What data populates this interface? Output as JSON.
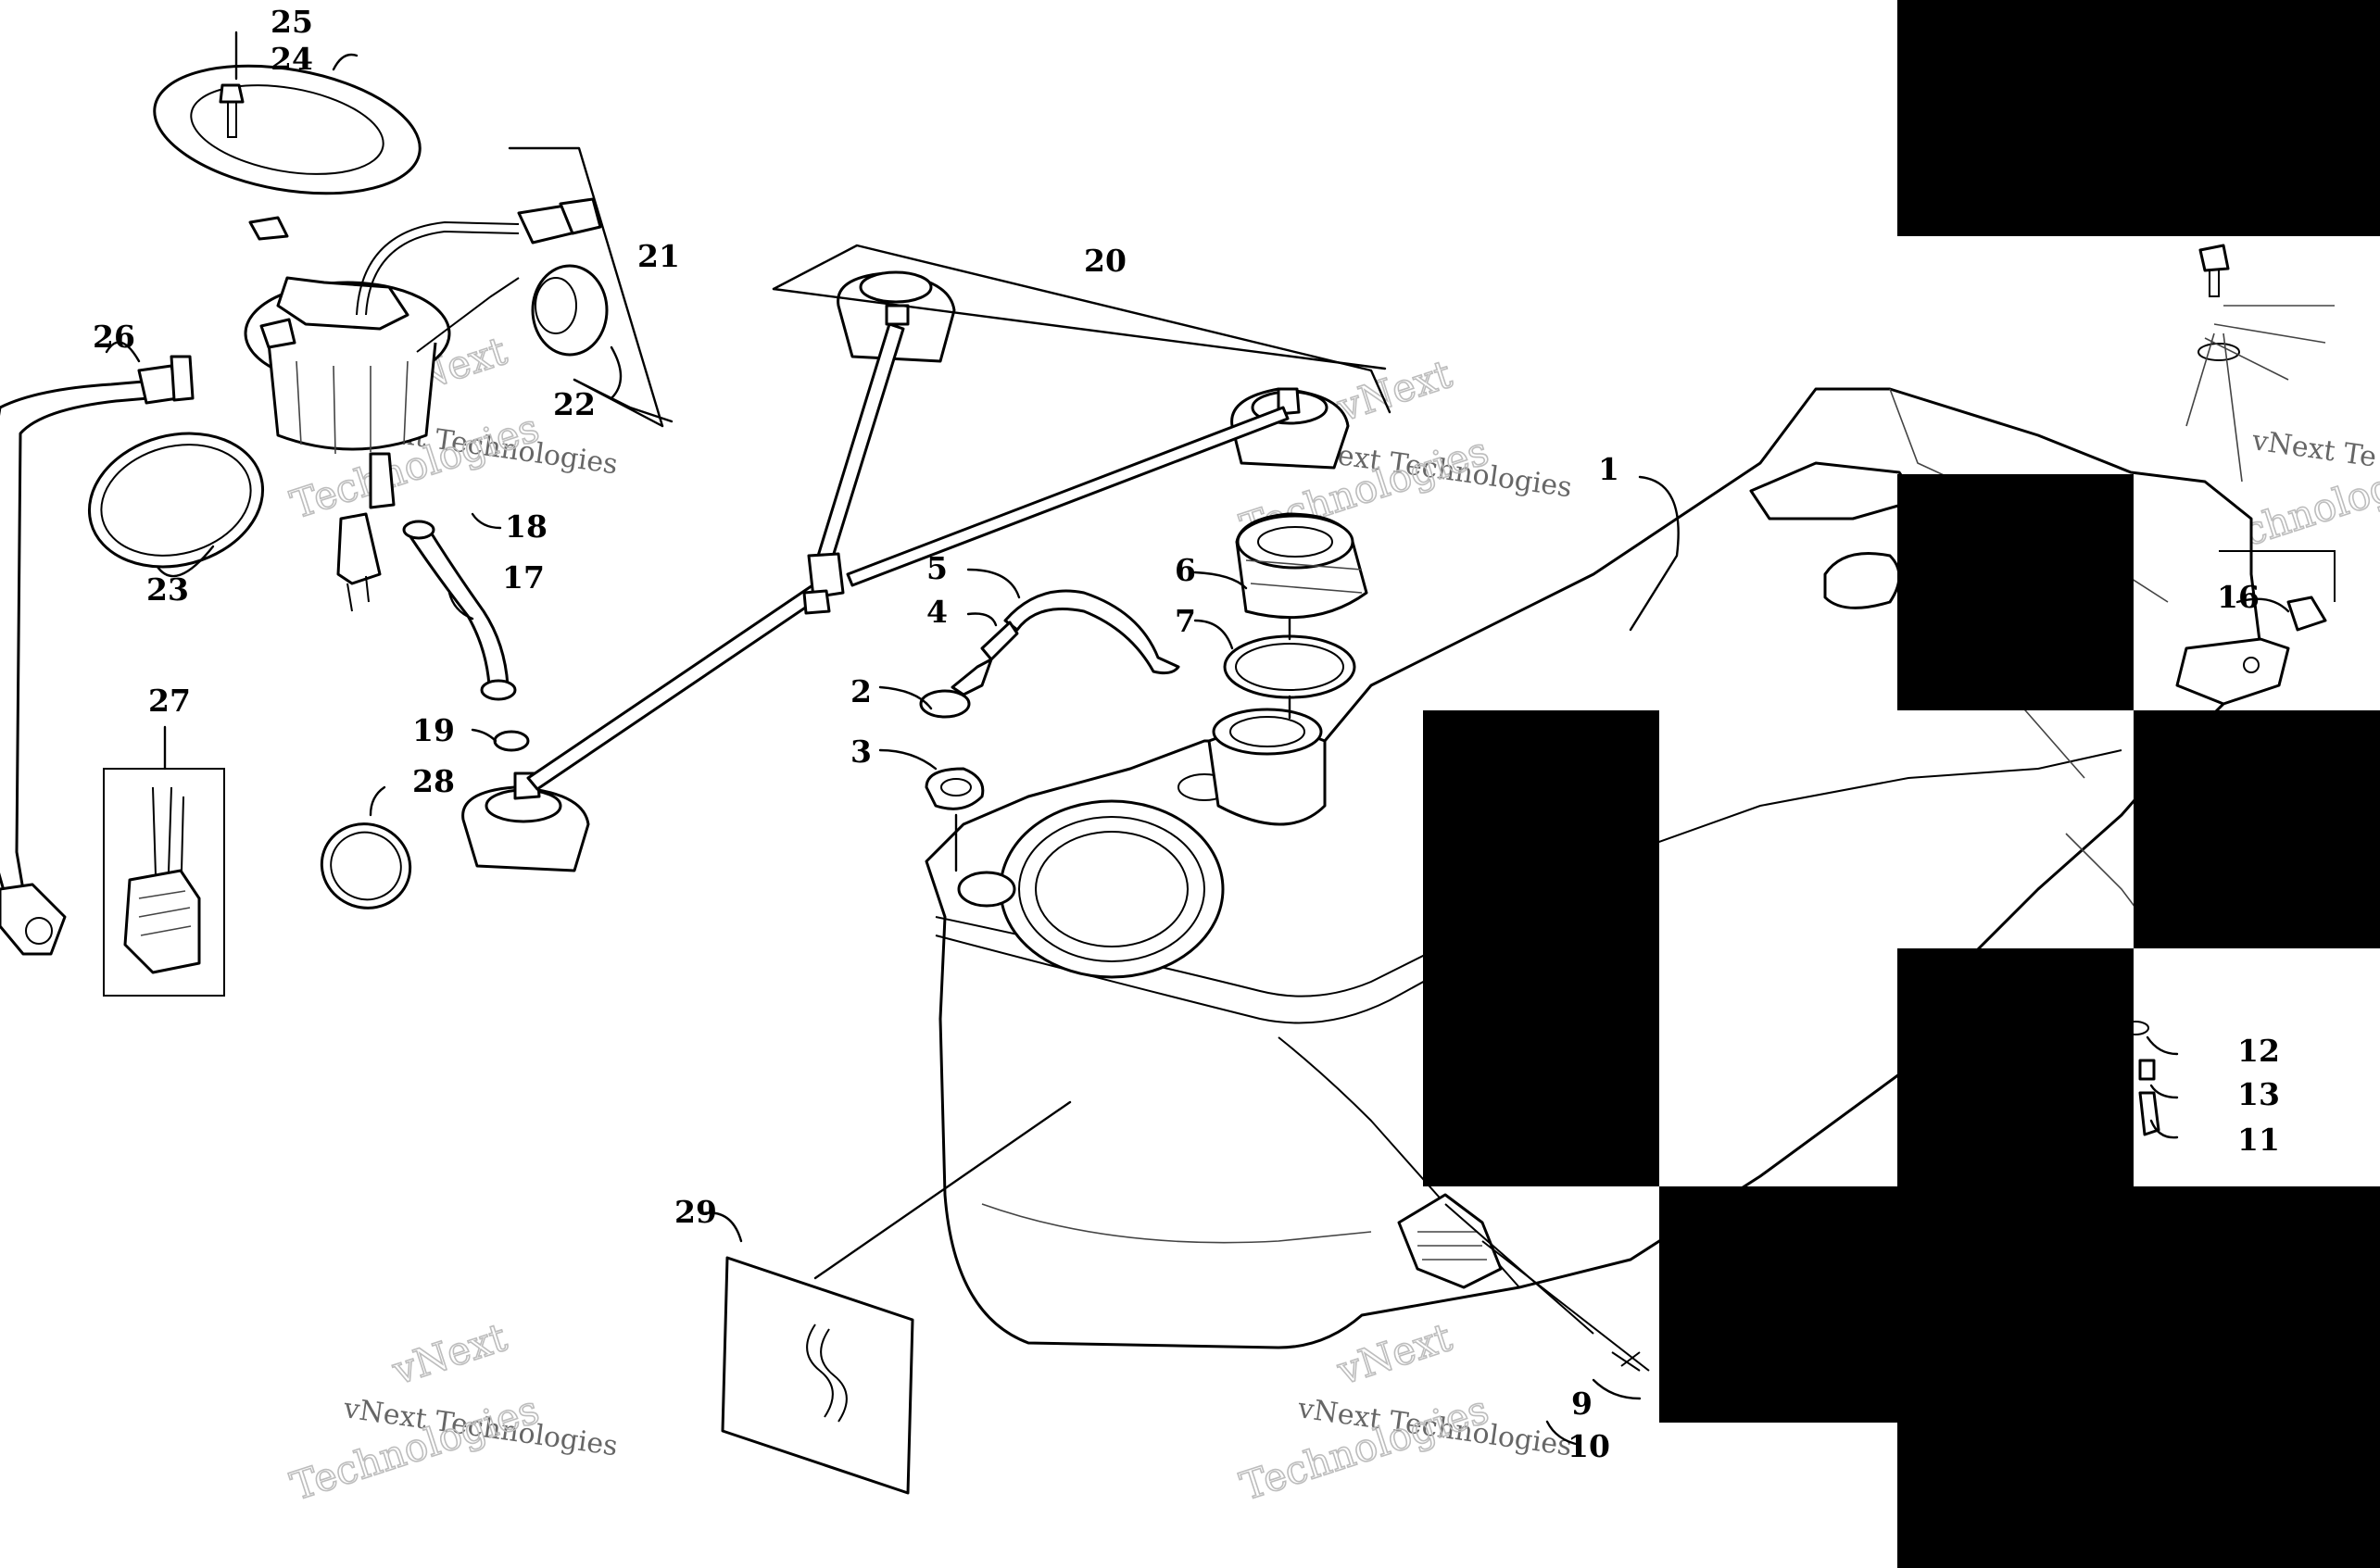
{
  "diagram": {
    "callouts": [
      "1",
      "2",
      "3",
      "4",
      "5",
      "6",
      "7",
      "9",
      "10",
      "11",
      "12",
      "13",
      "16",
      "17",
      "18",
      "19",
      "20",
      "21",
      "22",
      "23",
      "24",
      "25",
      "26",
      "27",
      "28",
      "29"
    ],
    "watermark": {
      "brand_top": "vNext",
      "brand_line": "vNext Technologies",
      "brand_bottom": "Technologies",
      "brand_partial": "vNext Te"
    },
    "colors": {
      "line": "#000000",
      "watermark": "#bdbdbd",
      "background": "#ffffff",
      "redaction": "#000000"
    }
  }
}
